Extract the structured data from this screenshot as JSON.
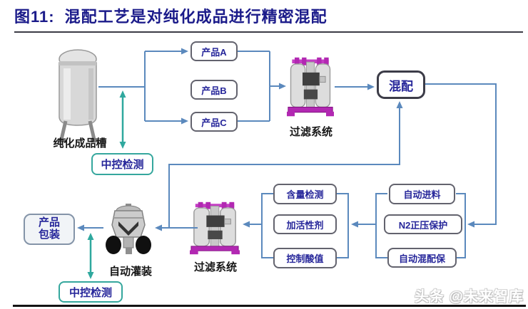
{
  "header": {
    "figure_label": "图11:",
    "title": "混配工艺是对纯化成品进行精密混配"
  },
  "diagram": {
    "tank": {
      "label": "纯化成品槽"
    },
    "central_control_top": {
      "label": "中控检测"
    },
    "products": [
      {
        "label": "产品A"
      },
      {
        "label": "产品B"
      },
      {
        "label": "产品C"
      }
    ],
    "filter_top": {
      "label": "过滤系统"
    },
    "mixing": {
      "label": "混配"
    },
    "right_group": [
      {
        "label": "自动进料"
      },
      {
        "label": "N2正压保护"
      },
      {
        "label": "自动混配保"
      }
    ],
    "middle_group": [
      {
        "label": "含量检测"
      },
      {
        "label": "加活性剂"
      },
      {
        "label": "控制酸值"
      }
    ],
    "filter_bottom": {
      "label": "过滤系统"
    },
    "auto_filling": {
      "label": "自动灌装"
    },
    "packaging": {
      "line1": "产品",
      "line2": "包装"
    },
    "central_control_bottom": {
      "label": "中控检测"
    }
  },
  "watermark": "头条 @未来智库",
  "colors": {
    "title_navy": "#1b1b8a",
    "node_text_navy": "#26269a",
    "connector_blue": "#5b89bd",
    "control_teal": "#2fa89e",
    "machine_magenta": "#b228b2"
  }
}
